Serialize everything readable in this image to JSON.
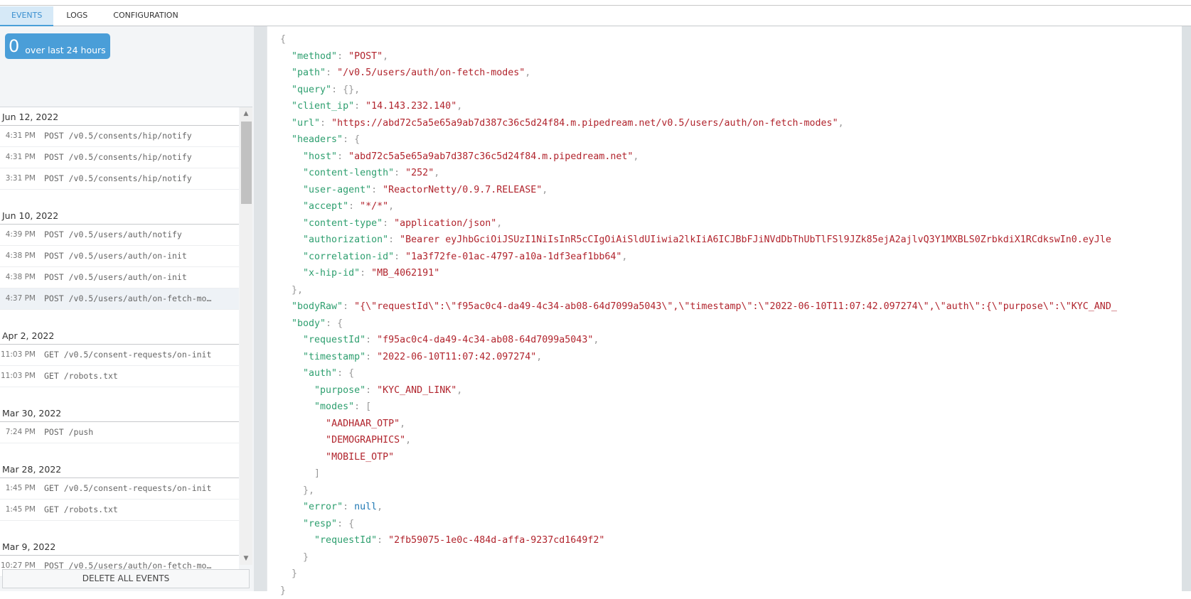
{
  "tabs": [
    {
      "label": "EVENTS",
      "active": true
    },
    {
      "label": "LOGS",
      "active": false
    },
    {
      "label": "CONFIGURATION",
      "active": false
    }
  ],
  "counter": {
    "value": "0",
    "label": "over last 24 hours",
    "color": "#4a9ed8"
  },
  "event_groups": [
    {
      "date": "Jun 12, 2022",
      "events": [
        {
          "time": "4:31 PM",
          "request": "POST /v0.5/consents/hip/notify"
        },
        {
          "time": "4:31 PM",
          "request": "POST /v0.5/consents/hip/notify"
        },
        {
          "time": "3:31 PM",
          "request": "POST /v0.5/consents/hip/notify"
        }
      ]
    },
    {
      "date": "Jun 10, 2022",
      "events": [
        {
          "time": "4:39 PM",
          "request": "POST /v0.5/users/auth/notify"
        },
        {
          "time": "4:38 PM",
          "request": "POST /v0.5/users/auth/on-init"
        },
        {
          "time": "4:38 PM",
          "request": "POST /v0.5/users/auth/on-init"
        },
        {
          "time": "4:37 PM",
          "request": "POST /v0.5/users/auth/on-fetch-mo…",
          "selected": true
        }
      ]
    },
    {
      "date": "Apr 2, 2022",
      "events": [
        {
          "time": "11:03 PM",
          "request": "GET /v0.5/consent-requests/on-init"
        },
        {
          "time": "11:03 PM",
          "request": "GET /robots.txt"
        }
      ]
    },
    {
      "date": "Mar 30, 2022",
      "events": [
        {
          "time": "7:24 PM",
          "request": "POST /push"
        }
      ]
    },
    {
      "date": "Mar 28, 2022",
      "events": [
        {
          "time": "1:45 PM",
          "request": "GET /v0.5/consent-requests/on-init"
        },
        {
          "time": "1:45 PM",
          "request": "GET /robots.txt"
        }
      ]
    },
    {
      "date": "Mar 9, 2022",
      "events": [
        {
          "time": "10:27 PM",
          "request": "POST /v0.5/users/auth/on-fetch-mo…"
        }
      ]
    }
  ],
  "delete_button": "DELETE ALL EVENTS",
  "event_detail": {
    "method": "POST",
    "path": "/v0.5/users/auth/on-fetch-modes",
    "query": "{}",
    "client_ip": "14.143.232.140",
    "url": "https://abd72c5a5e65a9ab7d387c36c5d24f84.m.pipedream.net/v0.5/users/auth/on-fetch-modes",
    "headers": {
      "host": "abd72c5a5e65a9ab7d387c36c5d24f84.m.pipedream.net",
      "content-length": "252",
      "user-agent": "ReactorNetty/0.9.7.RELEASE",
      "accept": "*/*",
      "content-type": "application/json",
      "authorization": "Bearer eyJhbGciOiJSUzI1NiIsInR5cCIgOiAiSldUIiwia2lkIiA6ICJBbFJiNVdDbThUbTlFSl9JZk85ejA2ajlvQ3Y1MXBLS0ZrbkdiX1RCdkswIn0.eyJle",
      "correlation-id": "1a3f72fe-01ac-4797-a10a-1df3eaf1bb64",
      "x-hip-id": "MB_4062191"
    },
    "bodyRaw": "{\\\"requestId\\\":\\\"f95ac0c4-da49-4c34-ab08-64d7099a5043\\\",\\\"timestamp\\\":\\\"2022-06-10T11:07:42.097274\\\",\\\"auth\\\":{\\\"purpose\\\":\\\"KYC_AND_",
    "body": {
      "requestId": "f95ac0c4-da49-4c34-ab08-64d7099a5043",
      "timestamp": "2022-06-10T11:07:42.097274",
      "auth": {
        "purpose": "KYC_AND_LINK",
        "modes": [
          "AADHAAR_OTP",
          "DEMOGRAPHICS",
          "MOBILE_OTP"
        ]
      },
      "error": "null",
      "resp": {
        "requestId": "2fb59075-1e0c-484d-affa-9237cd1649f2"
      }
    }
  },
  "colors": {
    "json_key": "#2e9f6f",
    "json_string": "#b1242d",
    "json_null": "#1f78b4",
    "tab_active_bg": "#d6e9f7",
    "tab_active_text": "#3a8fd0"
  }
}
